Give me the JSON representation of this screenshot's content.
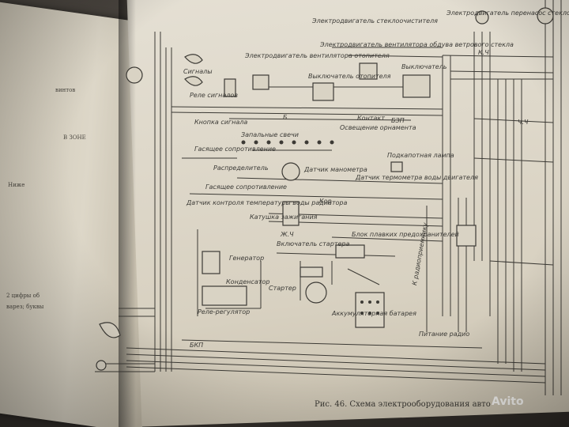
{
  "left_page": {
    "lines": [
      "винтов",
      "В ЗОНЕ",
      "Ниже",
      "2 цифры об",
      "варез; буквы"
    ]
  },
  "labels": {
    "headlamp_top": "Электродвигатель стеклоочистителя",
    "washer": "Электродвигатель перенасос стеклоо",
    "fan_heater": "Электродвигатель вентилятора отопителя",
    "fan_window": "Электродвигатель вентилятора обдува ветрового стекла",
    "switch_heater": "Выключатель отопителя",
    "switch": "Выключатель",
    "horn": "Сигналы",
    "horn_relay": "Реле сигналов",
    "horn_button": "Кнопка сигнала",
    "contact": "Контакт",
    "dash_light": "Освещение орнамента",
    "spark_plugs": "Запальные свечи",
    "quench_resistor": "Гасящее сопротивление",
    "distributor": "Распределитель",
    "manometer_sensor": "Датчик манометра",
    "thermo_sensor": "Датчик термометра воды двигателя",
    "hood_lamp": "Подкапотная лампа",
    "quench_resistor2": "Гасящее сопротивление",
    "temp_sensor": "Датчик контроля температуры воды радиатора",
    "coil": "Катушка зажигания",
    "starter_switch": "Включатель стартера",
    "fuse_block": "Блок плавких предохранителей",
    "generator": "Генератор",
    "condenser": "Конденсатор",
    "starter": "Стартер",
    "battery": "Аккумуляторная батарея",
    "regulator": "Реле-регулятор",
    "radio_supply": "Питание радио",
    "to_radio": "К радиоприемнику",
    "wire_b": "Б",
    "wire_kch": "К.Ч",
    "wire_zhch": "Ж.Ч",
    "wire_kor": "Кор",
    "wire_bkp": "БКП",
    "wire_bzp": "БЗП",
    "wire_chch": "Ч.Ч"
  },
  "caption": "Рис. 46. Схема электрооборудования авто",
  "watermark": "Avito"
}
